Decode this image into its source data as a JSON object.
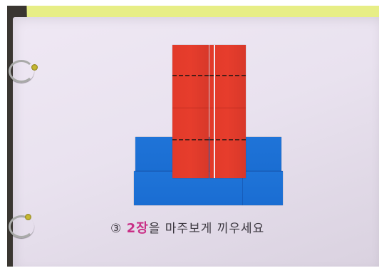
{
  "caption": {
    "step": "③",
    "highlight": "2장",
    "rest": "을 마주보게 끼우세요"
  },
  "colors": {
    "red_block": "#e23a2a",
    "blue_block": "#1f74d8",
    "highlight": "#c92f86",
    "page": "#ece5f1",
    "yellow_sheet": "#e7ee86"
  }
}
